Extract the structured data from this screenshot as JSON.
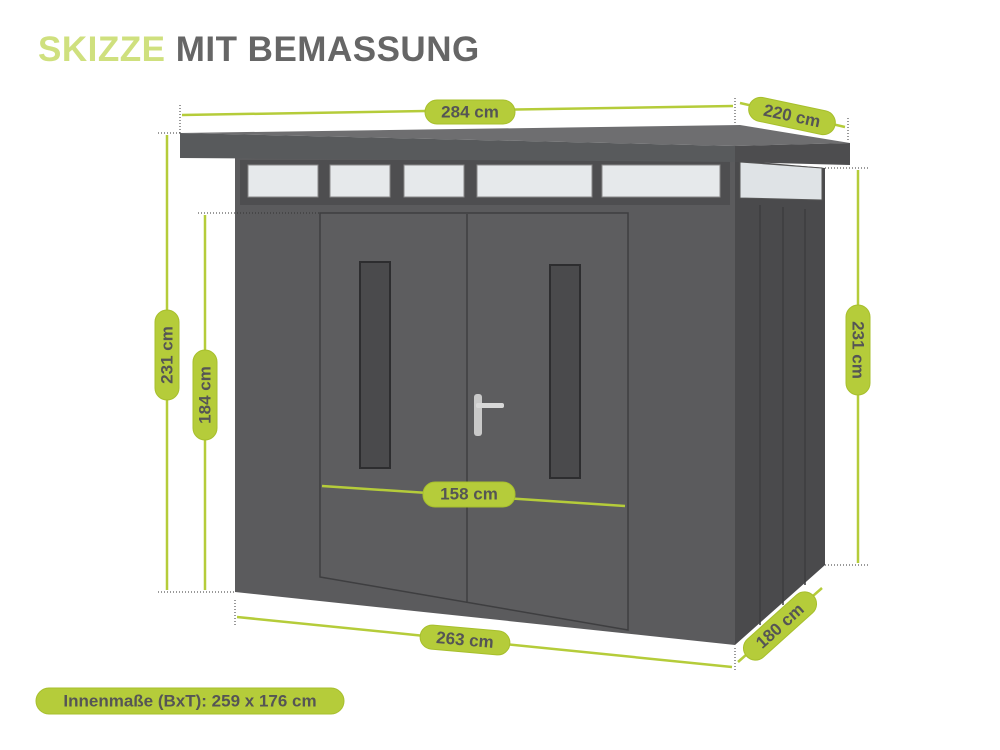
{
  "title": {
    "part1": "SKIZZE",
    "part2": "MIT BEMASSUNG"
  },
  "dimensions": {
    "roof_width": "284 cm",
    "roof_depth": "220 cm",
    "height_left": "231 cm",
    "height_right": "231 cm",
    "door_height": "184 cm",
    "door_width": "158 cm",
    "base_width": "263 cm",
    "base_depth": "180 cm"
  },
  "inner": "Innenmaße (BxT): 259 x 176 cm",
  "colors": {
    "accent": "#b5cc3a",
    "title_light": "#cfe07e",
    "title_dark": "#666666",
    "shed": "#5a5a5c"
  }
}
